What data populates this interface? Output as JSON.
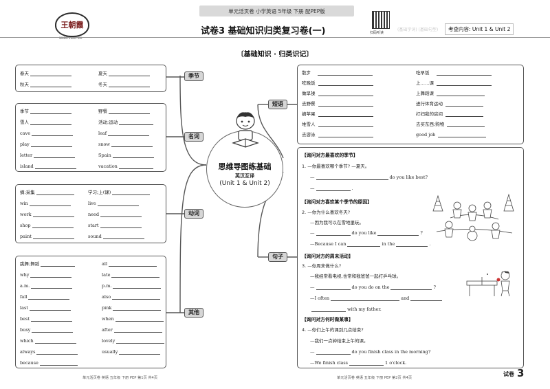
{
  "header": {
    "logo_text": "王朝霞",
    "logo_sub": "WANG ZHAO XIA",
    "top_bar": "单元活页卷  小学英语  5年级  下册  配PEP版",
    "title": "试卷3   基础知识归类复习卷(一)",
    "qr_label": "扫码听读",
    "faded_tags": "(基础字词)  (基础句型)",
    "scope": "考查内容: Unit 1 & Unit 2"
  },
  "section_title": "〔基础知识 · 归类识记〕",
  "center": {
    "title": "思维导图练基础",
    "subtitle": "英汉互译",
    "units": "(Unit 1 & Unit 2)"
  },
  "branches": {
    "season": "季节",
    "nouns": "名词",
    "verbs": "动词",
    "others": "其他",
    "phrases": "短语",
    "sentences": "句子"
  },
  "season_box": [
    [
      "春天",
      "夏天"
    ],
    [
      "秋天",
      "冬天"
    ]
  ],
  "noun_box": [
    [
      "季节",
      "野餐"
    ],
    [
      "雪人",
      "活动;运动"
    ],
    [
      "cave",
      "leaf"
    ],
    [
      "play",
      "snow"
    ],
    [
      "letter",
      "Spain"
    ],
    [
      "island",
      "vacation"
    ]
  ],
  "verb_box": [
    [
      "摘;采集",
      "学习;上(课)"
    ],
    [
      "win",
      "live"
    ],
    [
      "work",
      "need"
    ],
    [
      "shop",
      "start"
    ],
    [
      "paint",
      "sound"
    ]
  ],
  "other_box": [
    [
      "跳舞;舞蹈",
      "all"
    ],
    [
      "why",
      "late"
    ],
    [
      "a.m.",
      "p.m."
    ],
    [
      "fall",
      "also"
    ],
    [
      "last",
      "pink"
    ],
    [
      "best",
      "when"
    ],
    [
      "busy",
      "after"
    ],
    [
      "which",
      "lovely"
    ],
    [
      "always",
      "usually"
    ],
    [
      "because",
      ""
    ]
  ],
  "phrase_box": [
    [
      "散步",
      "吃早饭"
    ],
    [
      "吃晚饭",
      "上……课"
    ],
    [
      "做早操",
      "上舞蹈课"
    ],
    [
      "去野餐",
      "进行体育运动"
    ],
    [
      "摘苹果",
      "打扫我的房间"
    ],
    [
      "堆雪人",
      "去买东西;购物"
    ],
    [
      "去游泳",
      "good job"
    ]
  ],
  "sentences": {
    "q1_head": "【询问对方最喜欢的季节】",
    "q1_a": "1. —你最喜欢哪个季节?  —夏天。",
    "q1_b1": "—",
    "q1_b2": "do you like best?",
    "q1_c": "—",
    "q1_c_end": ".",
    "q2_head": "【询问对方喜欢某个季节的原因】",
    "q2_a": "2. —你为什么喜欢冬天?",
    "q2_b": "—因为我可以在雪地里玩。",
    "q2_c1": "—",
    "q2_c2": "do you like",
    "q2_c3": "?",
    "q2_d1": "—Because I can",
    "q2_d2": "in the",
    "q2_d3": ".",
    "q3_head": "【询问对方的周末活动】",
    "q3_a": "3. —你周末做什么?",
    "q3_b": "—我经常看电视,也常和我爸爸一起打乒乓球。",
    "q3_c1": "—",
    "q3_c2": "do you do on the",
    "q3_c3": "?",
    "q3_d1": "—I often",
    "q3_d2": "and",
    "q3_e1": "",
    "q3_e2": "with my father.",
    "q4_head": "【询问对方何时做某事】",
    "q4_a": "4. —你们上午的课到几点结束?",
    "q4_b": "—我们一点钟结束上午的课。",
    "q4_c1": "—",
    "q4_c2": "do you finish class in the morning?",
    "q4_d1": "—We finish class",
    "q4_d2": "1 o'clock."
  },
  "footer": {
    "left": "单元活页卷   英语   五年级   下册   PEP   第1页   共4页",
    "right": "单元活页卷   英语   五年级   下册   PEP   第2页   共4页",
    "page_label": "试卷",
    "page_num": "3"
  }
}
